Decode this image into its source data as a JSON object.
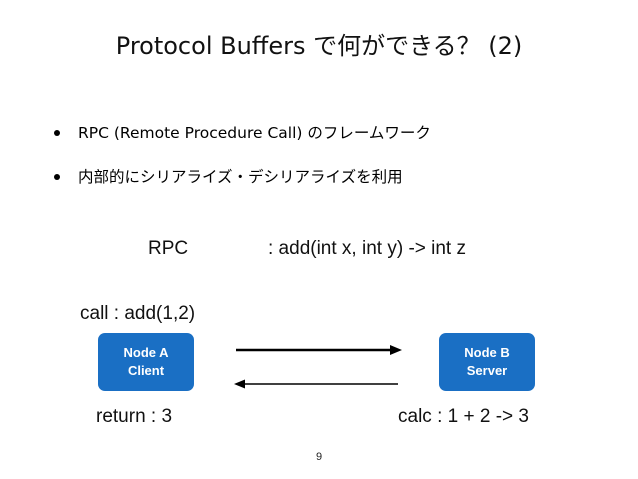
{
  "slide": {
    "title": "Protocol Buffers で何ができる？ (2)",
    "bullets": [
      "RPC (Remote Procedure Call) のフレームワーク",
      "内部的にシリアライズ・デシリアライズを利用"
    ],
    "page_number": "9"
  },
  "diagram": {
    "rpc_label": "RPC",
    "signature": ": add(int x, int y) -> int z",
    "call_label": "call : add(1,2)",
    "return_label": "return : 3",
    "calc_label": "calc : 1 + 2 -> 3",
    "node_a": {
      "name": "Node A",
      "role": "Client"
    },
    "node_b": {
      "name": "Node B",
      "role": "Server"
    },
    "node_color": "#1a6fc4",
    "arrow_color": "#000000"
  }
}
